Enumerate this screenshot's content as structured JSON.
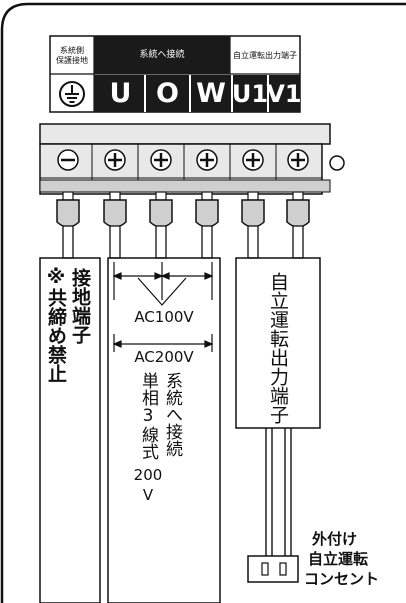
{
  "header": {
    "ground_label": "系統側\n保護接地",
    "grid_label": "系統へ接続",
    "standalone_label": "自立運転出力端子"
  },
  "terminals": {
    "ground_symbol": "ground-icon",
    "labels": [
      "U",
      "O",
      "W",
      "U1",
      "V1"
    ]
  },
  "annotations": {
    "ground_note": "※共締め禁止",
    "ground_terminal": "接地端子",
    "ac100": "AC100V",
    "ac200": "AC200V",
    "grid_connect_col1": "系統へ接続",
    "grid_connect_col2": "単相3線式",
    "voltage_200": "200",
    "voltage_v": "V",
    "standalone_output": "自立運転出力端子",
    "external_line1": "外付け",
    "external_line2": "自立運転",
    "external_line3": "コンセント"
  },
  "colors": {
    "dark": "#1a1a1a",
    "terminal_block_bg": "#e8e8e8",
    "cable_gray": "#cfcfcf"
  }
}
